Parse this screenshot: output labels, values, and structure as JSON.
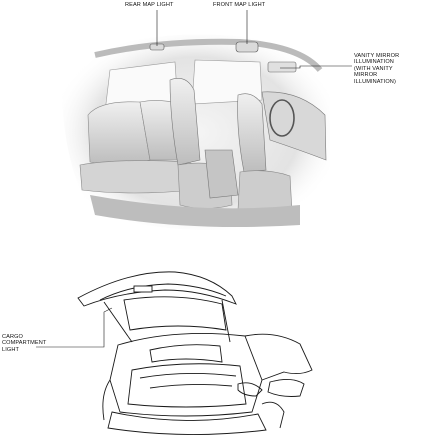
{
  "callouts": {
    "rear_map_light": "REAR MAP LIGHT",
    "front_map_light": "FRONT MAP LIGHT",
    "vanity_mirror": [
      "VANITY MIRROR",
      "ILLUMINATION",
      "(WITH VANITY",
      "MIRROR",
      "ILLUMINATION)"
    ],
    "cargo_light": [
      "CARGO",
      "COMPARTMENT",
      "LIGHT"
    ]
  },
  "colors": {
    "line": "#1a1a1a",
    "shade": "#cfcfcf",
    "panel": "#e8e8e8"
  }
}
